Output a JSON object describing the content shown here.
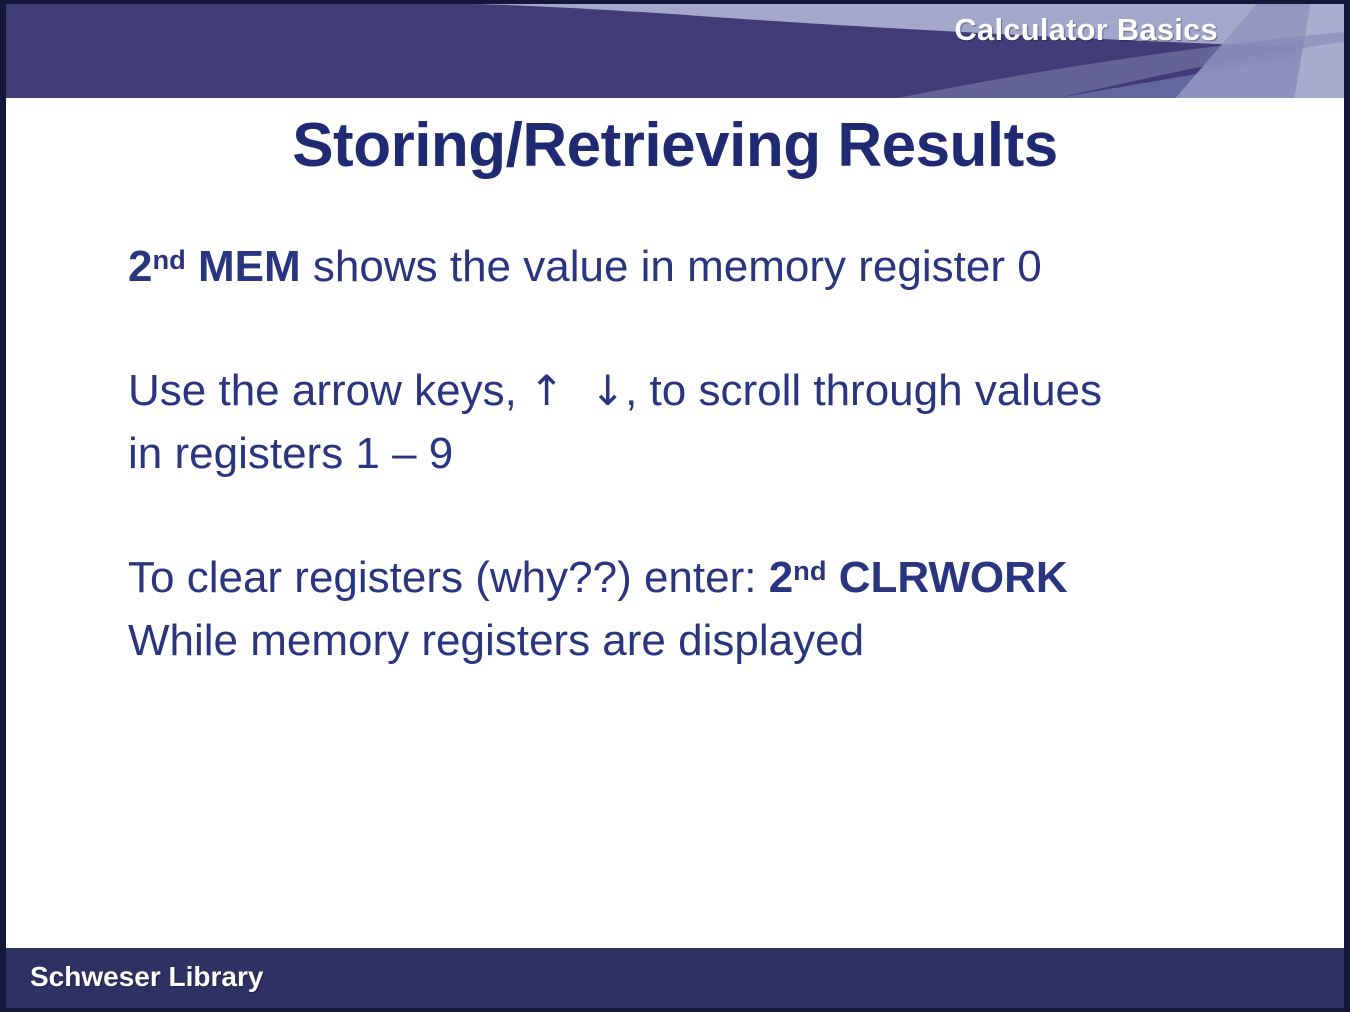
{
  "slide": {
    "header": {
      "title": "Calculator Basics",
      "bg_color": "#413b77",
      "wave_color": "#a3a8ca",
      "stripe_color": "#8f93bd",
      "mid_color": "#545a96"
    },
    "title": "Storing/Retrieving Results",
    "title_color": "#1f2a72",
    "body_color": "#2a3580",
    "paragraphs": [
      {
        "id": "mem-paragraph",
        "lines": [
          {
            "segments": [
              {
                "text": "2",
                "bold": true
              },
              {
                "text": "nd",
                "bold": true,
                "sup": true
              },
              {
                "text": " MEM",
                "bold": true
              },
              {
                "text": "  shows the value in memory register 0",
                "bold": false
              }
            ]
          }
        ]
      },
      {
        "id": "arrow-keys-paragraph",
        "lines": [
          {
            "segments": [
              {
                "text": "Use the arrow keys, ",
                "bold": false
              },
              {
                "text": "↑",
                "bold": false,
                "arrow": true
              },
              {
                "text": "  ",
                "bold": false
              },
              {
                "text": "↓",
                "bold": false,
                "arrow": true
              },
              {
                "text": ", to scroll through values",
                "bold": false
              }
            ]
          },
          {
            "segments": [
              {
                "text": "in registers 1 – 9",
                "bold": false
              }
            ]
          }
        ]
      },
      {
        "id": "clear-registers-paragraph",
        "lines": [
          {
            "segments": [
              {
                "text": "To clear registers (why??) enter: ",
                "bold": false
              },
              {
                "text": "2",
                "bold": true
              },
              {
                "text": "nd",
                "bold": true,
                "sup": true
              },
              {
                "text": "  CLRWORK",
                "bold": true
              }
            ]
          },
          {
            "segments": [
              {
                "text": "While memory registers are displayed",
                "bold": false
              }
            ]
          }
        ]
      }
    ],
    "footer": {
      "label": "Schweser Library",
      "bg_color": "#2e3163"
    }
  }
}
